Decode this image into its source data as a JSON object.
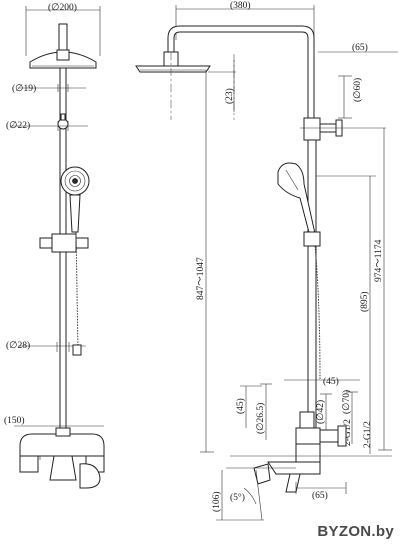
{
  "front_view": {
    "d_200": "(∅200)",
    "d_19": "(∅19)",
    "d_22": "(∅22)",
    "d_28": "(∅28)",
    "w_150": "(150)"
  },
  "side_view": {
    "w_380": "(380)",
    "w_65_top": "(65)",
    "d_60": "(∅60)",
    "h_23": "(23)",
    "h_847_1047": "847～1047",
    "h_974_1174": "974～1174",
    "h_895": "(895)",
    "w_45_right": "(45)",
    "h_45_left": "(45)",
    "d_26_5": "(∅26.5)",
    "d_42": "(∅42)",
    "d_70": "(∅70)",
    "thread_1": "2-G1/2",
    "thread_2": "2-G1/2",
    "h_106": "(106)",
    "angle_5": "(5°)",
    "w_65_bottom": "(65)"
  },
  "watermark": "BYZON.by"
}
